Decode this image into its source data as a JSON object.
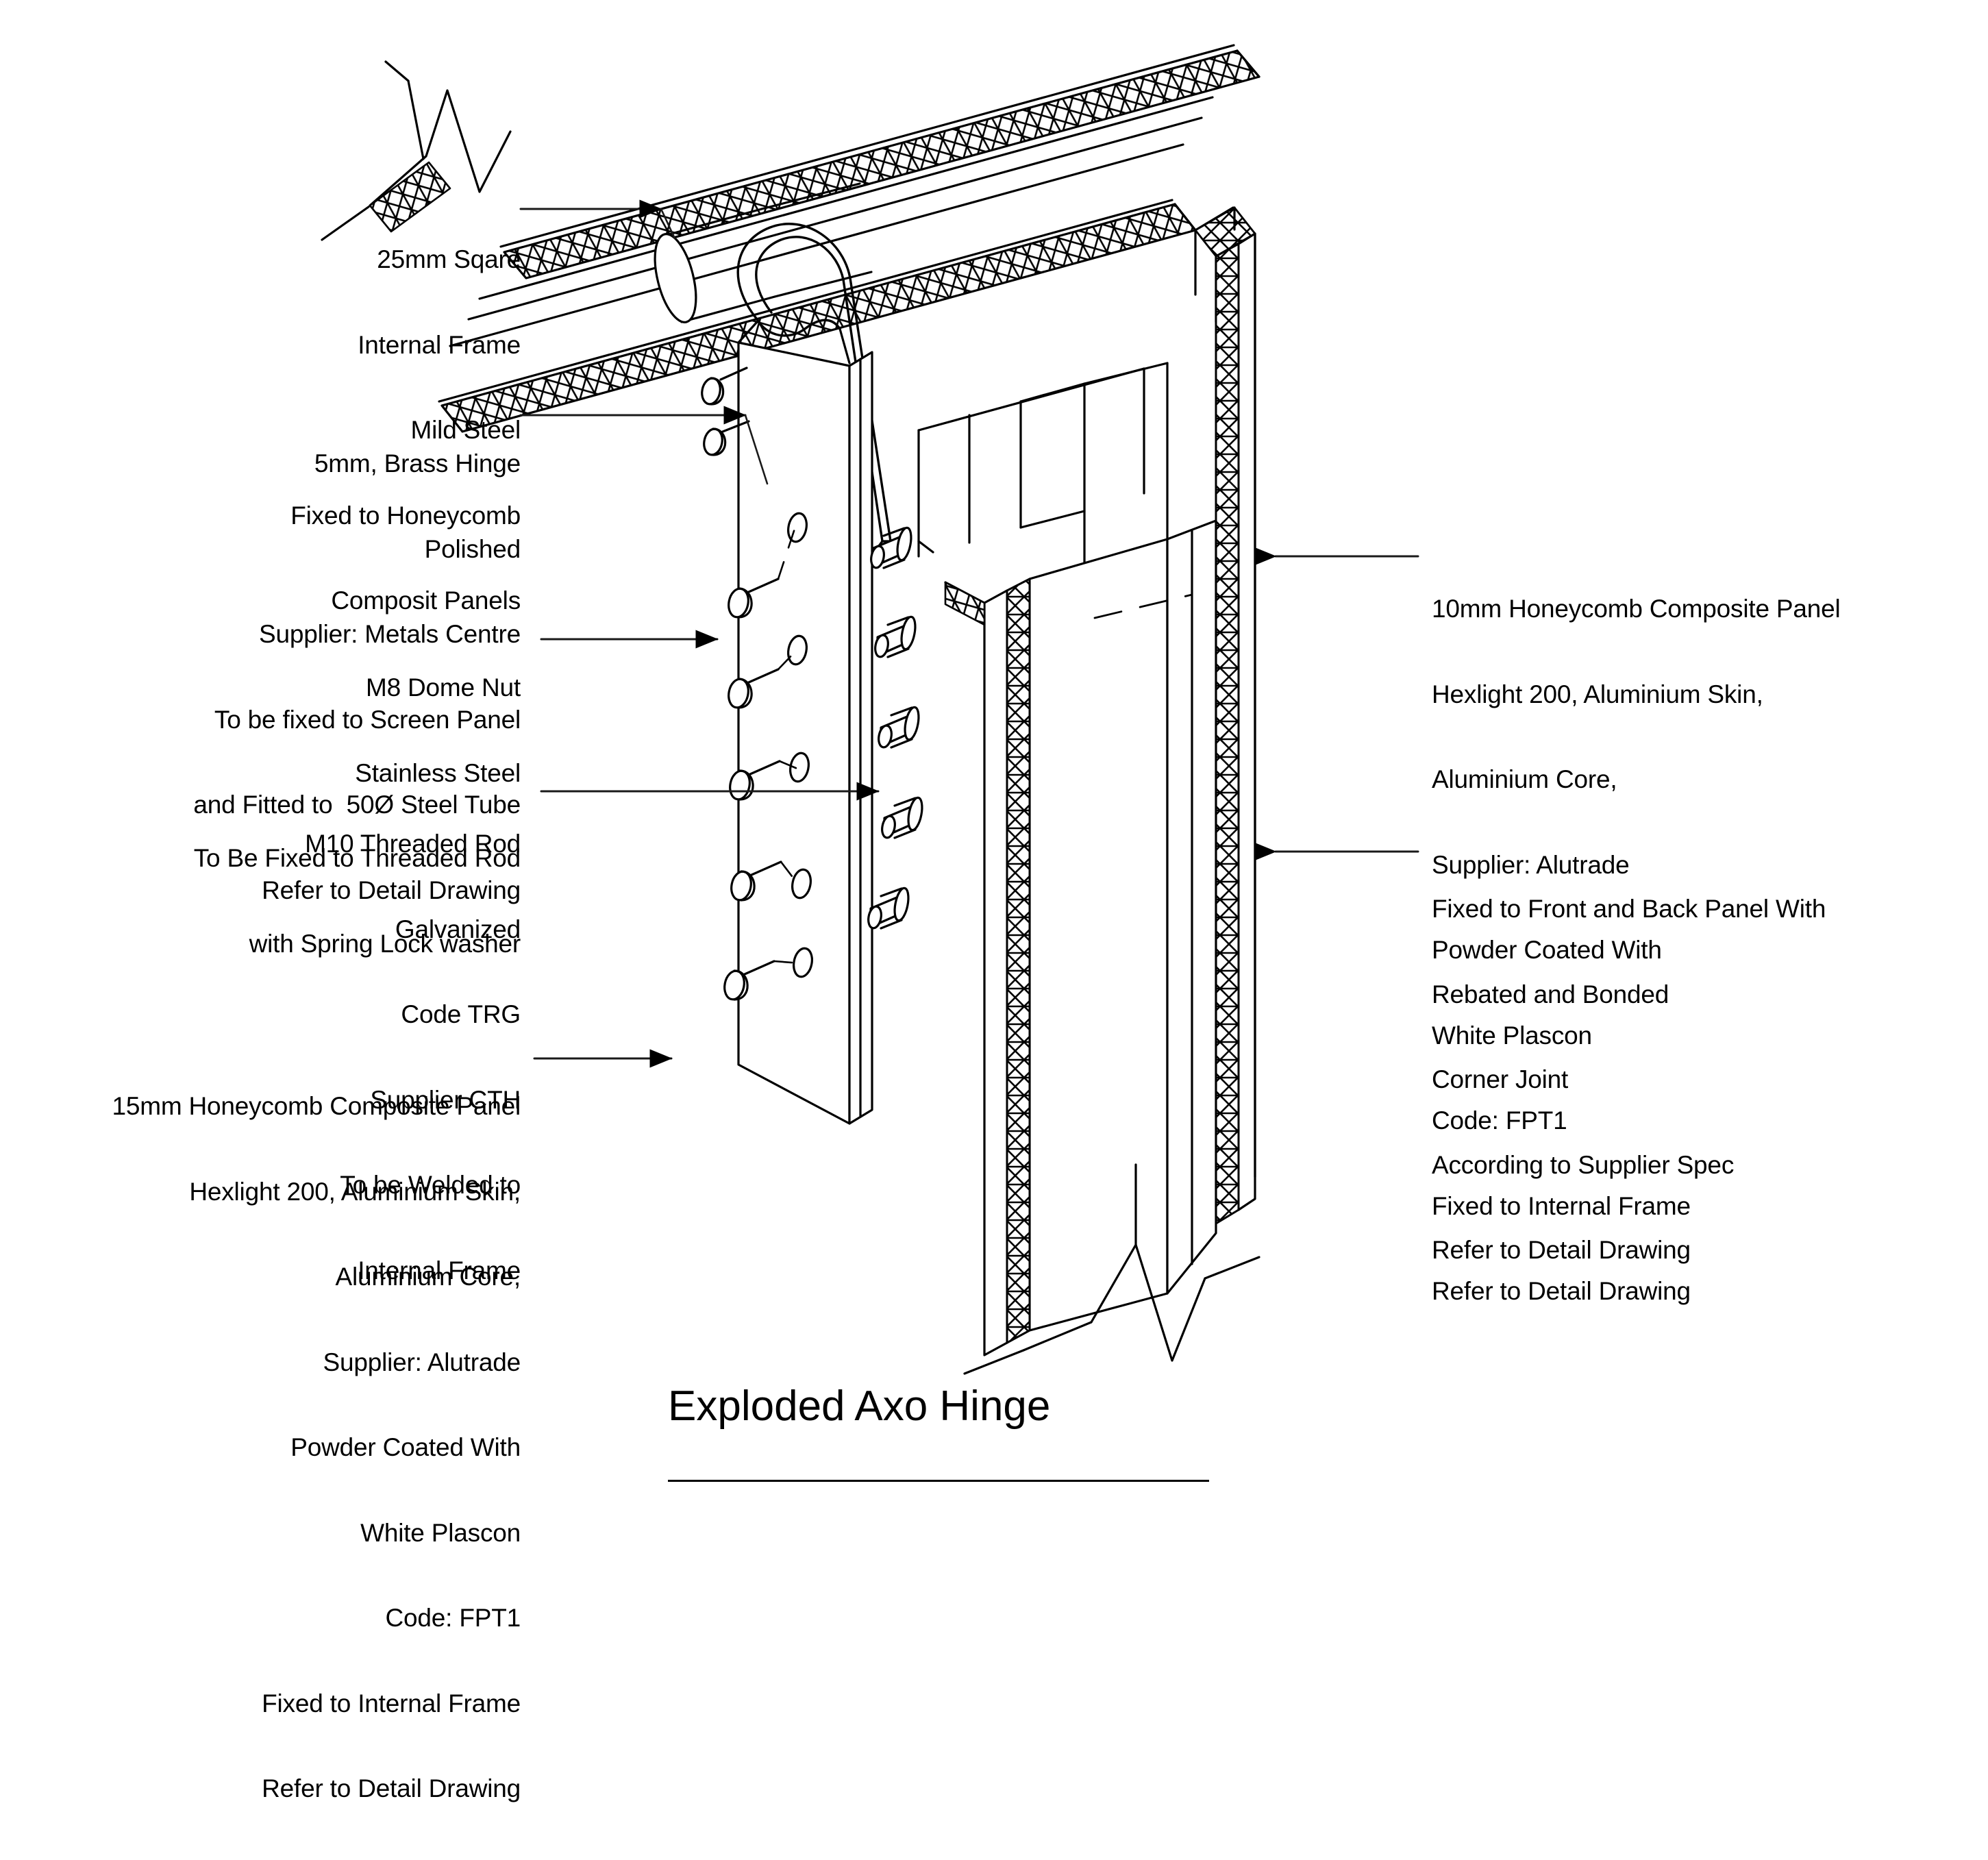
{
  "title": {
    "text": "Exploded Axo Hinge"
  },
  "annotations": {
    "internal_frame": {
      "name": "25mm Sqare Internal Frame",
      "lines": [
        "25mm Sqare",
        "Internal Frame",
        "Mild Steel",
        "Fixed to Honeycomb",
        "Composit Panels"
      ]
    },
    "brass_hinge": {
      "name": "5mm Brass Hinge",
      "lines": [
        "5mm, Brass Hinge",
        "Polished",
        "Supplier: Metals Centre",
        "To be fixed to Screen Panel",
        "and Fitted to  50Ø Steel Tube",
        "Refer to Detail Drawing"
      ]
    },
    "dome_nut": {
      "name": "M8 Dome Nut",
      "lines": [
        "M8 Dome Nut",
        "Stainless Steel",
        "To Be Fixed to Threaded Rod",
        "with Spring Lock washer"
      ]
    },
    "threaded_rod": {
      "name": "M10 Threaded Rod",
      "lines": [
        "M10 Threaded Rod",
        "Galvanized",
        "Code TRG",
        "Supplier CTH",
        "To be Welded to",
        "Internal Frame"
      ]
    },
    "panel_15mm": {
      "name": "15mm Honeycomb Composite Panel",
      "lines": [
        "15mm Honeycomb Composite Panel",
        "Hexlight 200, Aluminium Skin,",
        "Aluminium Core,",
        "Supplier: Alutrade",
        "Powder Coated With",
        "White Plascon",
        "Code: FPT1",
        "Fixed to Internal Frame",
        "Refer to Detail Drawing"
      ]
    },
    "panel_10mm": {
      "name": "10mm Honeycomb Composite Panel",
      "lines": [
        "10mm Honeycomb Composite Panel",
        "Hexlight 200, Aluminium Skin,",
        "Aluminium Core,",
        "Supplier: Alutrade",
        "Powder Coated With",
        "White Plascon",
        "Code: FPT1",
        "Fixed to Internal Frame",
        "Refer to Detail Drawing"
      ]
    },
    "corner_joint": {
      "name": "Corner Joint",
      "lines": [
        "Fixed to Front and Back Panel With",
        "Rebated and Bonded",
        "Corner Joint",
        "According to Supplier Spec",
        "Refer to Detail Drawing"
      ]
    }
  },
  "colors": {
    "line": "#000000",
    "background": "#ffffff",
    "leader": "#1a1a1a"
  }
}
